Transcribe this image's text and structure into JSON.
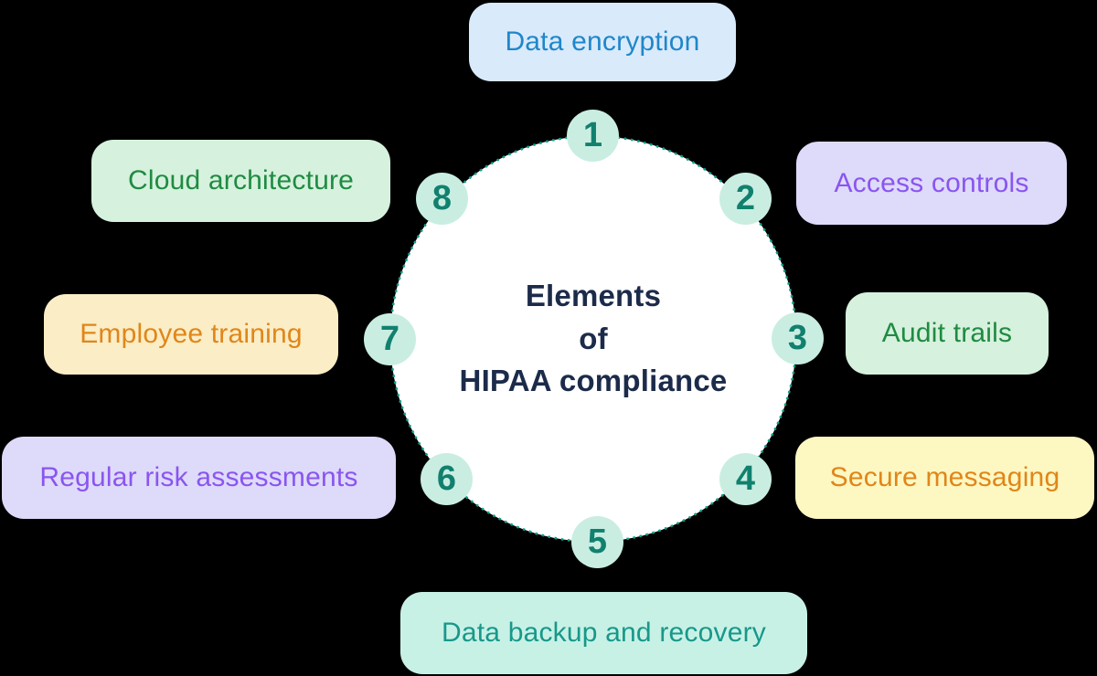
{
  "background": "#000000",
  "center": {
    "title_line1": "Elements",
    "title_line2": "of",
    "title_line3": "HIPAA compliance",
    "title_color": "#1c2b4a",
    "circle_fill": "#ffffff",
    "circle_dot_color": "#0aa18c"
  },
  "badge_style": {
    "bg": "#c9eee1",
    "color": "#11806f"
  },
  "items": [
    {
      "number": "1",
      "label": "Data encryption",
      "position": "top",
      "bg": "#d9eafb",
      "color": "#1f87c9"
    },
    {
      "number": "2",
      "label": "Access controls",
      "position": "top-right",
      "bg": "#dedaf9",
      "color": "#8a55f0"
    },
    {
      "number": "3",
      "label": "Audit trails",
      "position": "right",
      "bg": "#d6f1dd",
      "color": "#1f8b42"
    },
    {
      "number": "4",
      "label": "Secure messaging",
      "position": "bottom-right",
      "bg": "#fdf7c1",
      "color": "#e0861a"
    },
    {
      "number": "5",
      "label": "Data backup and recovery",
      "position": "bottom",
      "bg": "#c8f1e6",
      "color": "#18988a"
    },
    {
      "number": "6",
      "label": "Regular risk assessments",
      "position": "bottom-left",
      "bg": "#dedaf9",
      "color": "#8a55f0"
    },
    {
      "number": "7",
      "label": "Employee training",
      "position": "left",
      "bg": "#fbedc5",
      "color": "#e0861a"
    },
    {
      "number": "8",
      "label": "Cloud architecture",
      "position": "top-left",
      "bg": "#d6f1dd",
      "color": "#1f8b42"
    }
  ]
}
